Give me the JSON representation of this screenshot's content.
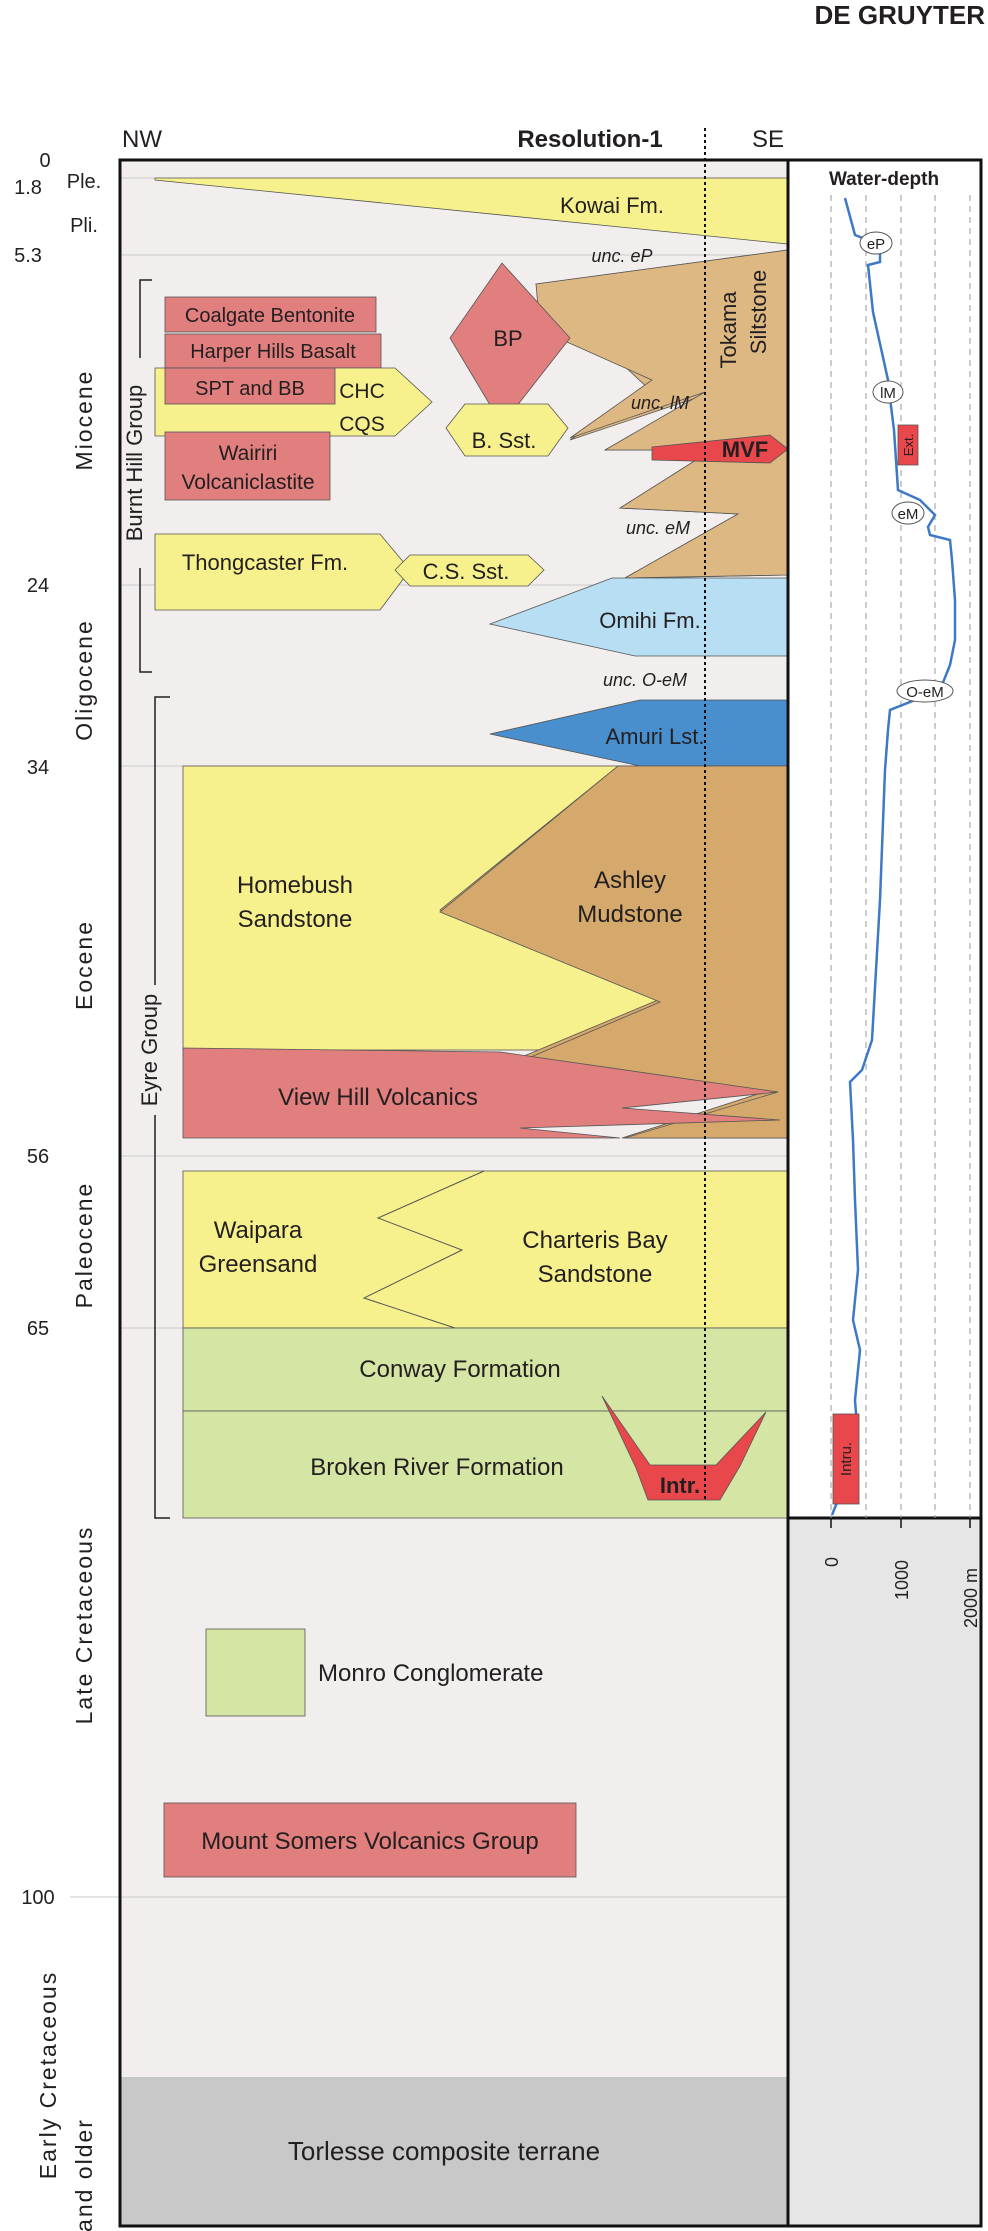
{
  "publisher": "DE GRUYTER",
  "header": {
    "nw": "NW",
    "well": "Resolution-1",
    "se": "SE"
  },
  "ages": [
    "0",
    "1.8",
    "5.3",
    "24",
    "34",
    "56",
    "65",
    "100"
  ],
  "epochs": {
    "pleistocene": "Ple.",
    "pliocene": "Pli.",
    "miocene": "Miocene",
    "oligocene": "Oligocene",
    "eocene": "Eocene",
    "paleocene": "Paleocene",
    "late_cretaceous": "Late Cretaceous",
    "early_cretaceous_1": "Early Cretaceous",
    "early_cretaceous_2": "and older"
  },
  "groups": {
    "burnt_hill": "Burnt Hill Group",
    "eyre": "Eyre Group"
  },
  "units": {
    "kowai": "Kowai Fm.",
    "coalgate": "Coalgate Bentonite",
    "harper": "Harper Hills Basalt",
    "spt": "SPT and BB",
    "chc": "CHC",
    "cqs": "CQS",
    "bp": "BP",
    "bsst": "B. Sst.",
    "wairiri_1": "Wairiri",
    "wairiri_2": "Volcaniclastite",
    "tokama_1": "Tokama",
    "tokama_2": "Siltstone",
    "mvf": "MVF",
    "thongcaster": "Thongcaster Fm.",
    "cs_sst": "C.S. Sst.",
    "omihi": "Omihi Fm.",
    "amuri": "Amuri Lst.",
    "homebush_1": "Homebush",
    "homebush_2": "Sandstone",
    "ashley_1": "Ashley",
    "ashley_2": "Mudstone",
    "view_hill": "View Hill Volcanics",
    "waipara_1": "Waipara",
    "waipara_2": "Greensand",
    "charteris_1": "Charteris Bay",
    "charteris_2": "Sandstone",
    "conway": "Conway Formation",
    "broken_river": "Broken River Formation",
    "intr": "Intr.",
    "monro": "Monro Conglomerate",
    "mount_somers": "Mount Somers Volcanics Group",
    "torlesse": "Torlesse composite terrane"
  },
  "unconformities": {
    "ep": "unc. eP",
    "lm": "unc. lM",
    "em": "unc. eM",
    "oem": "unc. O-eM"
  },
  "water_depth": {
    "title": "Water-depth",
    "markers": {
      "ep": "eP",
      "lm": "lM",
      "em": "eM",
      "oem": "O-eM"
    },
    "ext": "Ext.",
    "intru": "Intru.",
    "axis": [
      "0",
      "1000",
      "2000 m"
    ]
  },
  "colors": {
    "yellow": "#f6f18c",
    "tan": "#deb883",
    "brown": "#d5a86c",
    "red": "#e17e7e",
    "light_blue": "#b7def2",
    "blue": "#4a8fcd",
    "green": "#d4e5a4",
    "gray": "#c8c8c8",
    "panel_bg": "#f2eeee",
    "curve": "#3d79c4"
  }
}
